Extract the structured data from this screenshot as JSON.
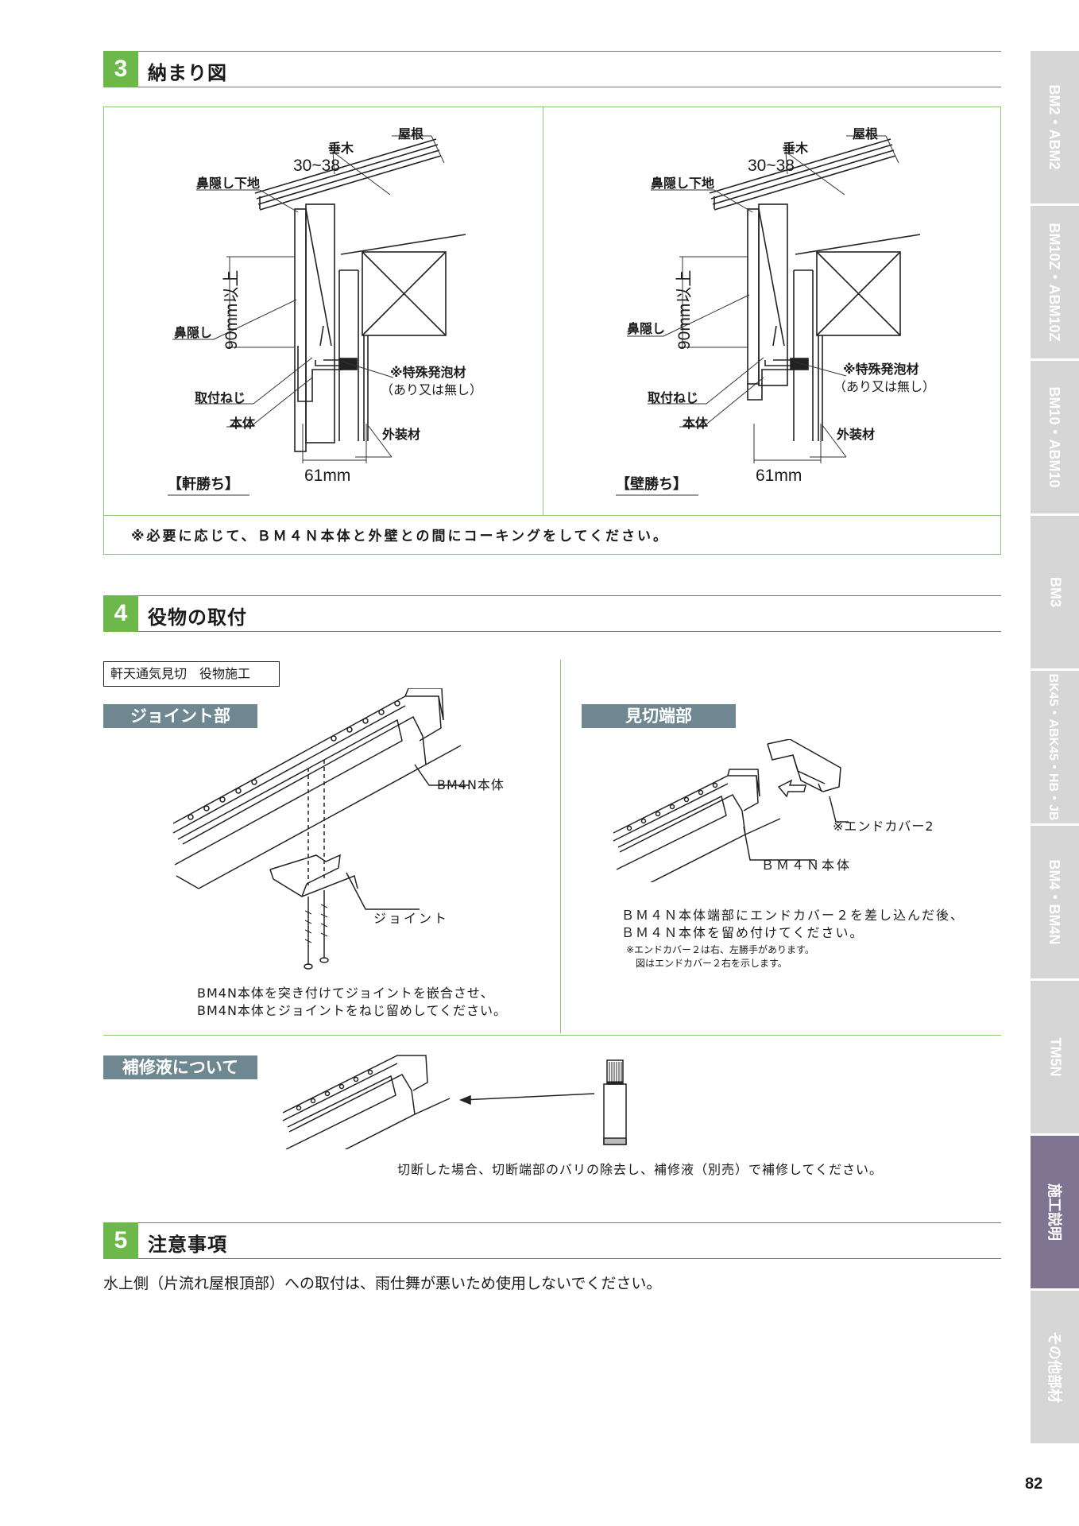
{
  "section3": {
    "number": "3",
    "title": "納まり図"
  },
  "diagrams": {
    "labels": {
      "roof": "屋根",
      "rafter": "垂木",
      "dim_30_38": "30~38",
      "nose_base": "鼻隠し下地",
      "nose": "鼻隠し",
      "dim_90": "90mm以上",
      "screw": "取付ねじ",
      "body": "本体",
      "foam": "※特殊発泡材",
      "foam_note": "（あり又は無し）",
      "siding": "外装材",
      "dim_61": "61mm"
    },
    "left_caption": "【軒勝ち】",
    "right_caption": "【壁勝ち】",
    "note": "※必要に応じて、ＢＭ４Ｎ本体と外壁との間にコーキングをしてください。"
  },
  "section4": {
    "number": "4",
    "title": "役物の取付"
  },
  "install": {
    "tag": "軒天通気見切　役物施工",
    "joint": {
      "tag": "ジョイント部",
      "body_label": "BM4N本体",
      "joint_label": "ジョイント",
      "desc1": "BM4N本体を突き付けてジョイントを嵌合させ、",
      "desc2": "BM4N本体とジョイントをねじ留めしてください。"
    },
    "end": {
      "tag": "見切端部",
      "cover_label": "※エンドカバー2",
      "body_label": "ＢＭ４Ｎ本体",
      "desc1": "ＢＭ４Ｎ本体端部にエンドカバー２を差し込んだ後、",
      "desc2": "ＢＭ４Ｎ本体を留め付けてください。",
      "small1": "※エンドカバー２は右、左勝手があります。",
      "small2": "図はエンドカバー２右を示します。"
    },
    "repair": {
      "tag": "補修液について",
      "desc": "切断した場合、切断端部のバリの除去し、補修液（別売）で補修してください。"
    }
  },
  "section5": {
    "number": "5",
    "title": "注意事項",
    "text": "水上側（片流れ屋根頂部）への取付は、雨仕舞が悪いため使用しないでください。"
  },
  "side_tabs": [
    {
      "label": "BM2・ABM2",
      "active": false
    },
    {
      "label": "BM10Z・ABM10Z",
      "active": false
    },
    {
      "label": "BM10・ABM10",
      "active": false
    },
    {
      "label": "BM3",
      "active": false
    },
    {
      "label": "BK45・ABK45・HB・JB",
      "active": false
    },
    {
      "label": "BM4・BM4N",
      "active": false
    },
    {
      "label": "TM5N",
      "active": false
    },
    {
      "label": "施工説明",
      "active": true
    },
    {
      "label": "その他部材",
      "active": false
    }
  ],
  "page_number": "82",
  "colors": {
    "green": "#6cb84a",
    "green_border": "#8cc873",
    "tag_gray": "#6f8791",
    "tab_gray": "#d6d6d6",
    "tab_active": "#7f7593"
  }
}
